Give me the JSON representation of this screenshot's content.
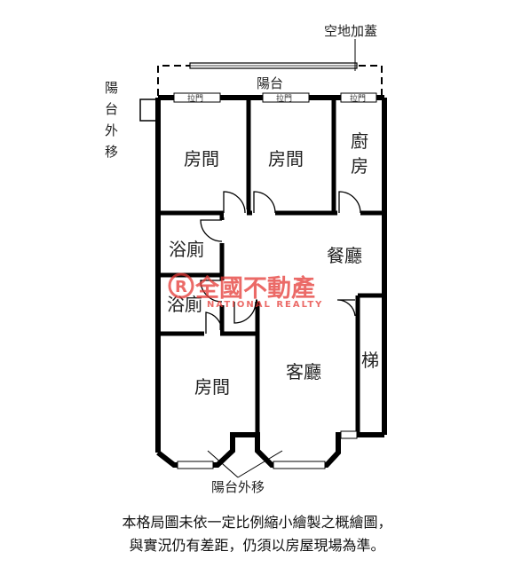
{
  "labels": {
    "extension_top": "空地加蓋",
    "balcony_top": "陽台",
    "balcony_side_1": "陽",
    "balcony_side_2": "台",
    "balcony_side_3": "外",
    "balcony_side_4": "移",
    "room_1": "房間",
    "room_2": "房間",
    "kitchen_1": "廚",
    "kitchen_2": "房",
    "bathroom_1": "浴廁",
    "bathroom_2": "浴廁",
    "dining": "餐廳",
    "room_3": "房間",
    "living": "客廳",
    "stairs": "梯",
    "balcony_bottom": "陽台外移",
    "sliding_door_1": "拉門",
    "sliding_door_2": "拉門",
    "sliding_door_3": "拉門"
  },
  "watermark": {
    "brand_zh": "全國不動產",
    "brand_en": "NATIONAL REALTY",
    "color": "#e53935"
  },
  "disclaimer": {
    "line1": "本格局圖未依一定比例縮小繪製之概繪圖，",
    "line2": "與實況仍有差距，仍須以房屋現場為準。"
  },
  "colors": {
    "wall": "#000000",
    "text": "#222222"
  }
}
